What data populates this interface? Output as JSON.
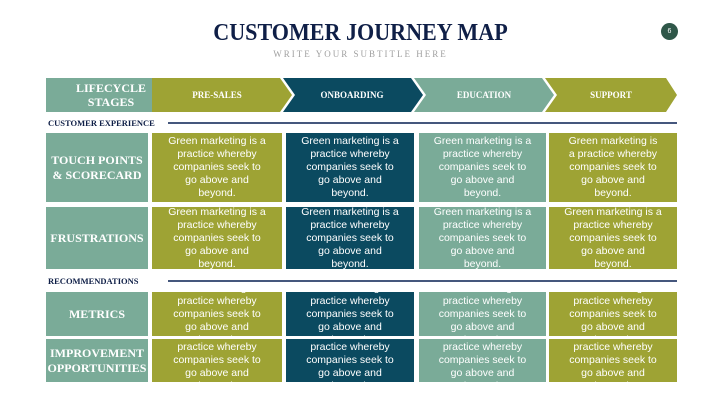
{
  "title": "CUSTOMER JOURNEY MAP",
  "subtitle": "WRITE YOUR SUBTITLE HERE",
  "page_number": "6",
  "colors": {
    "olive": "#9ea334",
    "navy": "#0b4a60",
    "teal": "#7aab98",
    "title": "#0f1f47"
  },
  "lifecycle_label": "LIFECYCLE STAGES",
  "stages": [
    "PRE-SALES",
    "ONBOARDING",
    "EDUCATION",
    "SUPPORT"
  ],
  "sections": {
    "customer_experience": "CUSTOMER EXPERIENCE",
    "recommendations": "RECOMMENDATIONS"
  },
  "rows": [
    {
      "label": "TOUCH POINTS & SCORECARD",
      "cells": [
        "Green marketing is a practice whereby companies seek to go above and beyond.",
        "Green marketing is a practice whereby companies seek to go above and beyond.",
        "Green marketing is a practice whereby companies seek to go above and beyond.",
        "Green marketing is a practice whereby companies seek to go above and beyond."
      ]
    },
    {
      "label": "FRUSTRATIONS",
      "cells": [
        "Green marketing is a practice whereby companies seek to go above and beyond.",
        "Green marketing is a practice whereby companies seek to go above and beyond.",
        "Green marketing is a practice whereby companies seek to go above and beyond.",
        "Green marketing is a practice whereby companies seek to go above and beyond."
      ]
    },
    {
      "label": "METRICS",
      "cells": [
        "Green marketing is a practice whereby companies seek to go above and beyond.",
        "Green marketing is a practice whereby companies seek to go above and beyond.",
        "Green marketing is a practice whereby companies seek to go above and beyond.",
        "Green marketing is a practice whereby companies seek to go above and beyond."
      ]
    },
    {
      "label": "IMPROVEMENT OPPORTUNITIES",
      "cells": [
        "Green marketing is a practice whereby companies seek to go above and beyond.",
        "Green marketing is a practice whereby companies seek to go above and beyond.",
        "Green marketing is a practice whereby companies seek to go above and beyond.",
        "Green marketing is a practice whereby companies seek to go above and beyond."
      ]
    }
  ]
}
